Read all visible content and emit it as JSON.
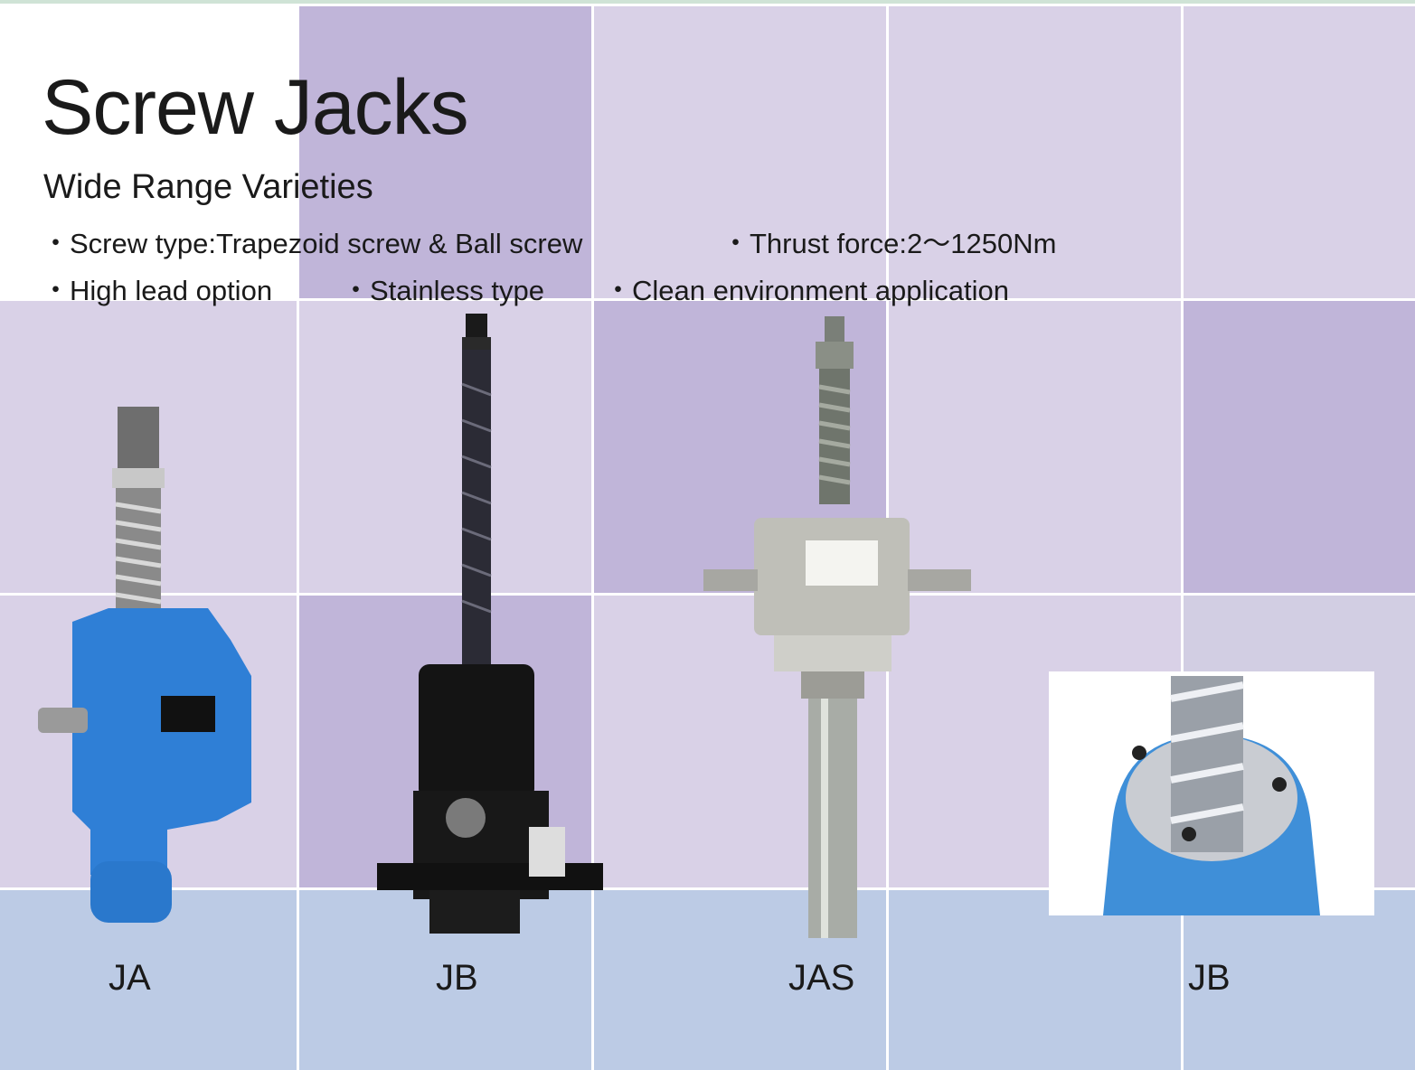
{
  "header": {
    "title": "Screw Jacks",
    "subtitle": "Wide Range Varieties"
  },
  "features": [
    "・Screw type:Trapezoid screw & Ball screw",
    "・Thrust force:2～1250Nm",
    "・High lead option",
    "・Stainless type",
    "・Clean environment application"
  ],
  "products": [
    {
      "label": "JA",
      "color": "#2f7fd6"
    },
    {
      "label": "JB",
      "color": "#151515"
    },
    {
      "label": "JAS",
      "color": "#b9b9b4"
    },
    {
      "label": "JB",
      "color": "#3f8fd8"
    }
  ]
}
